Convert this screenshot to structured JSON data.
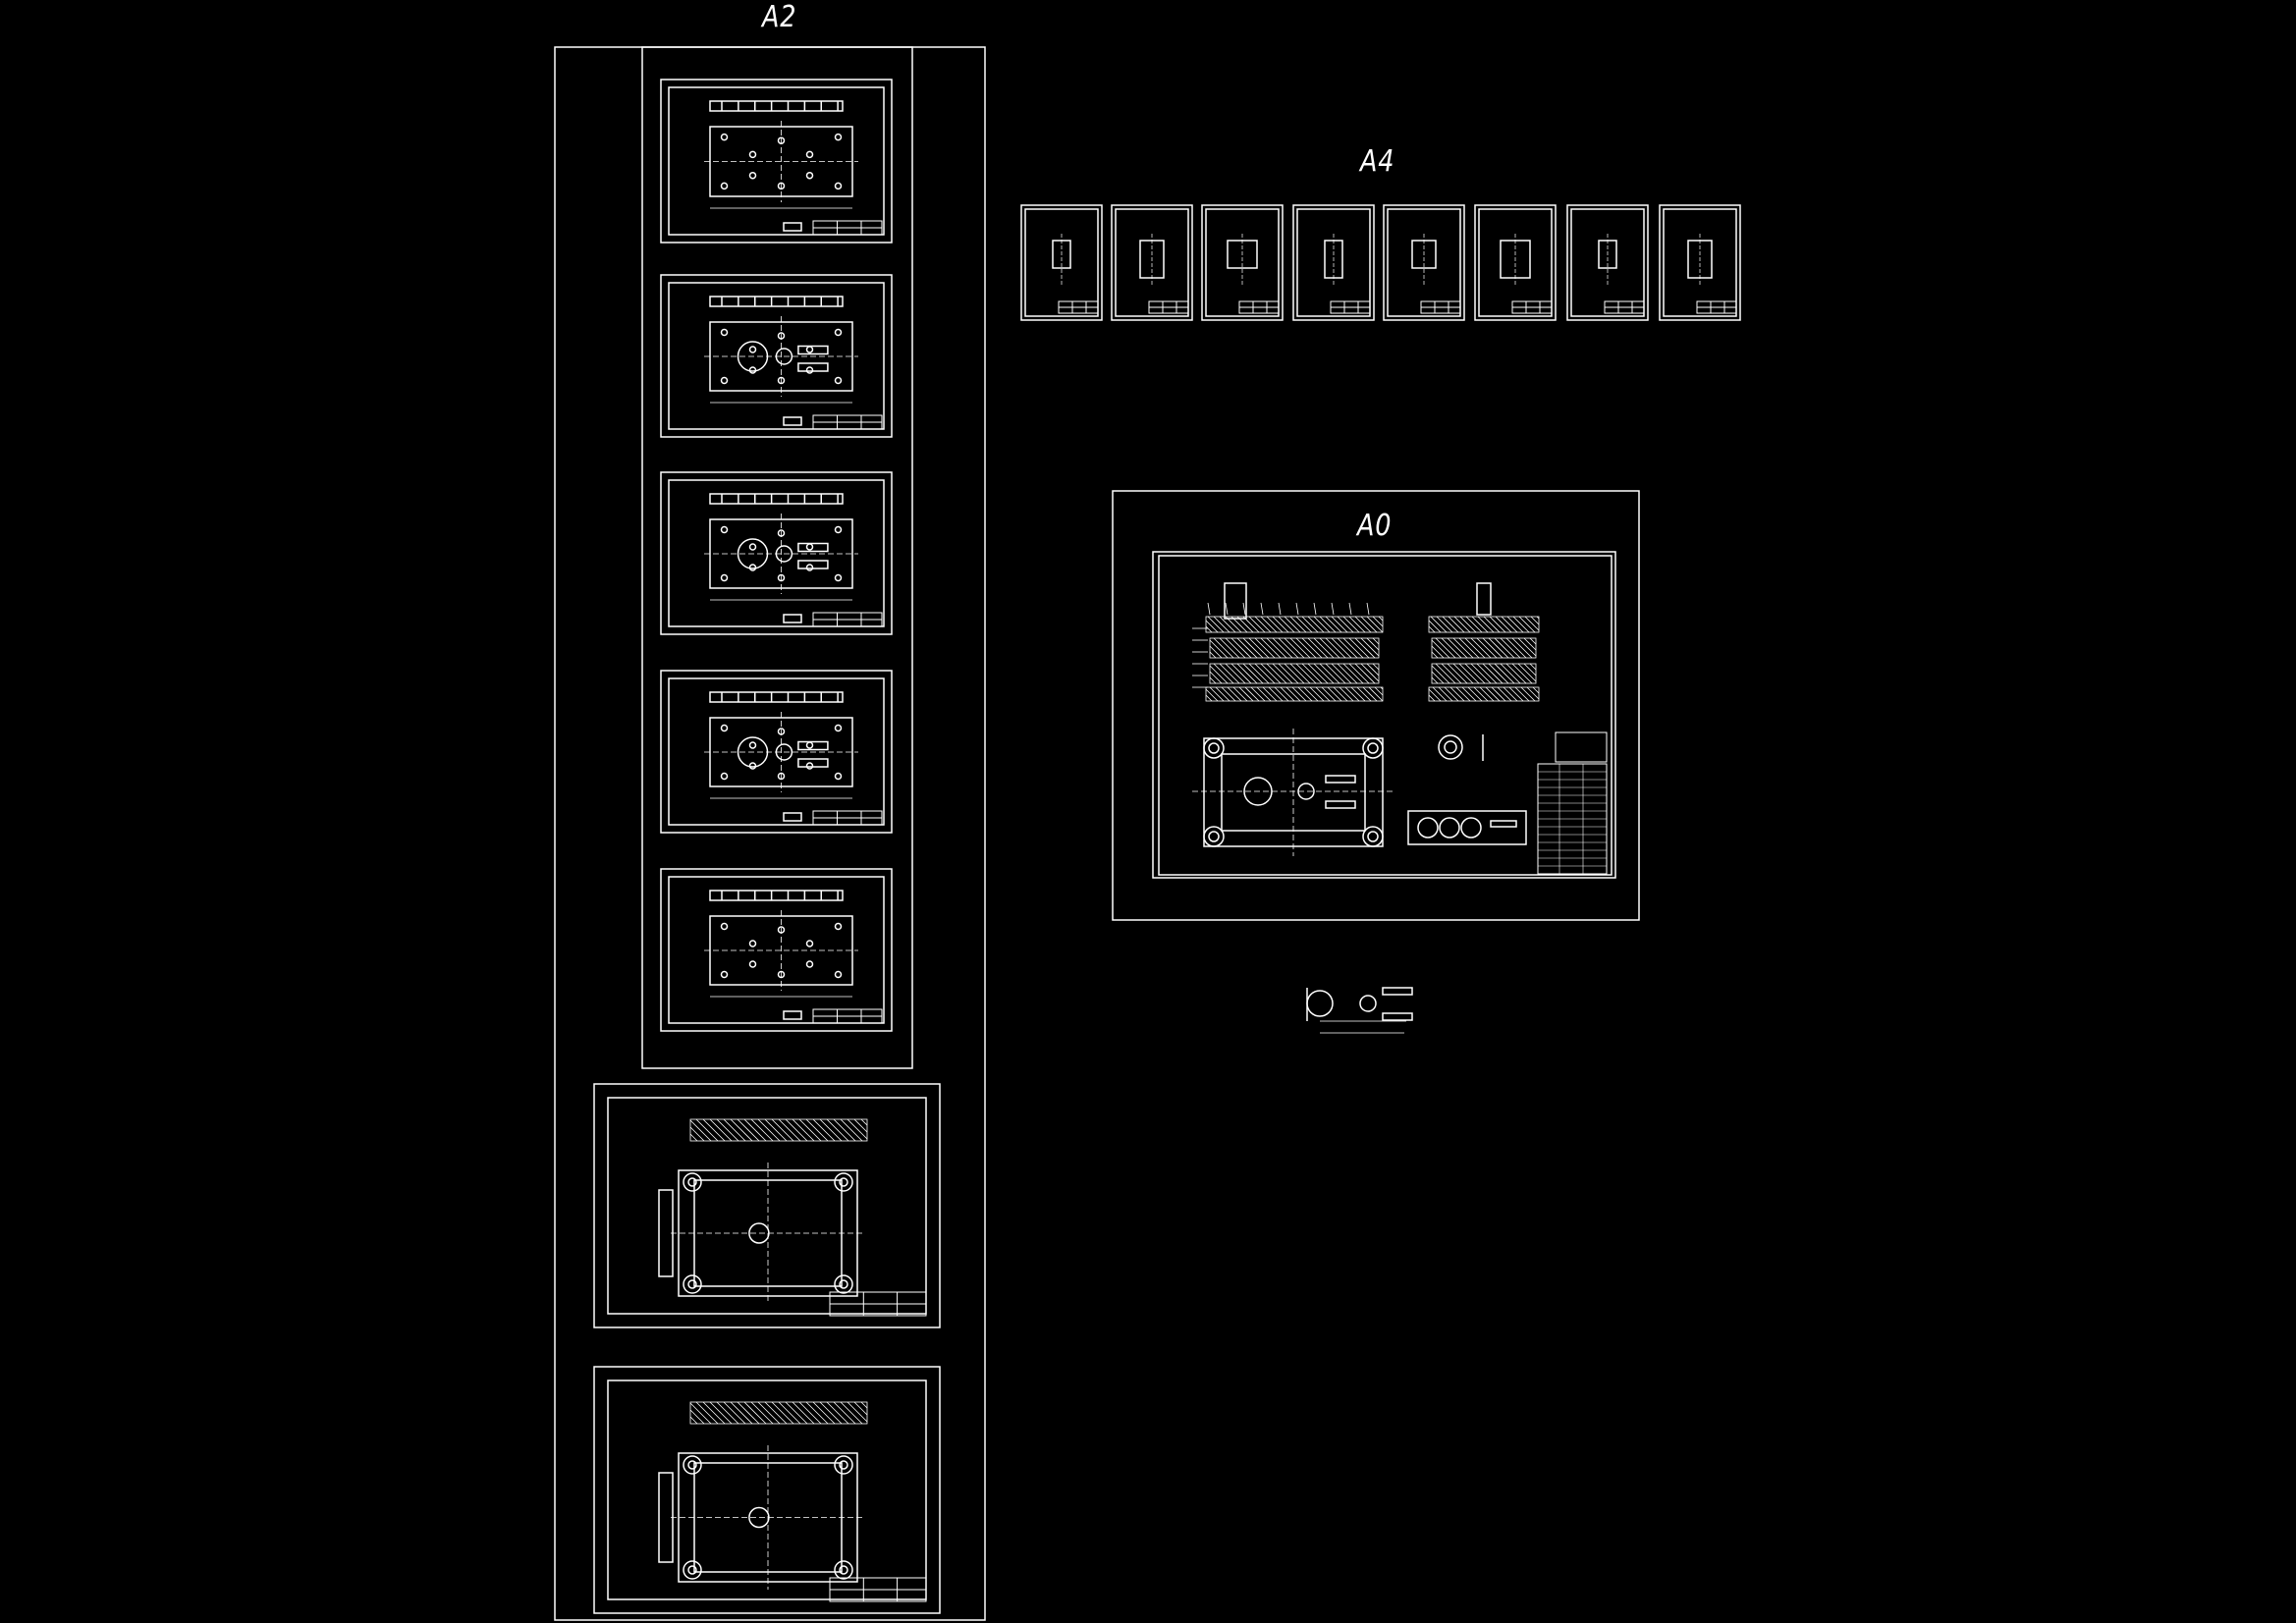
{
  "drawing": {
    "background": "#000000",
    "line_color": "#ffffff",
    "groups": [
      {
        "id": "a2",
        "label": "A2",
        "sheet_count": 7
      },
      {
        "id": "a4",
        "label": "A4",
        "sheet_count": 8
      },
      {
        "id": "a0",
        "label": "A0",
        "sheet_count": 1
      }
    ]
  }
}
